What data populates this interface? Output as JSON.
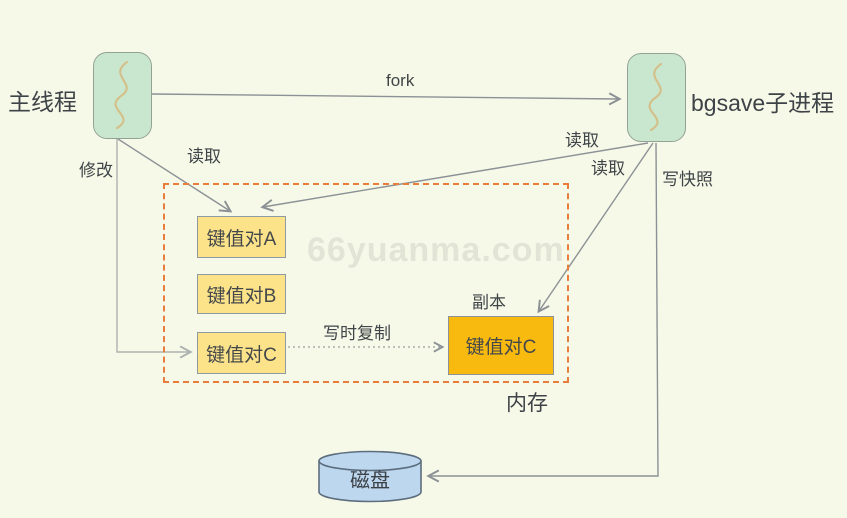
{
  "diagram": {
    "watermark": "66yuanma.com",
    "nodes": {
      "main_thread": "主线程",
      "bgsave_child": "bgsave子进程",
      "kv_a": "键值对A",
      "kv_b": "键值对B",
      "kv_c": "键值对C",
      "kv_c_copy": "键值对C",
      "copy_tag": "副本",
      "memory": "内存",
      "disk": "磁盘"
    },
    "edges": {
      "fork": "fork",
      "main_read": "读取",
      "main_modify": "修改",
      "bgsave_read_a": "读取",
      "bgsave_read_copy": "读取",
      "write_snapshot": "写快照",
      "copy_on_write": "写时复制"
    },
    "colors": {
      "background": "#f7f9e8",
      "process_fill": "#c9e7cf",
      "process_border": "#93a295",
      "process_squiggle": "#d4c08a",
      "kv_fill": "#fce389",
      "kv_copy_fill": "#f9ba10",
      "disk_fill": "#bdd7ef",
      "disk_border": "#5c6e7d",
      "memory_dashed_border": "#e87d3c",
      "edge_line": "#8b9195",
      "modify_line": "#aeb2b0",
      "text": "#3f4548",
      "watermark": "#e2e4d6"
    }
  }
}
